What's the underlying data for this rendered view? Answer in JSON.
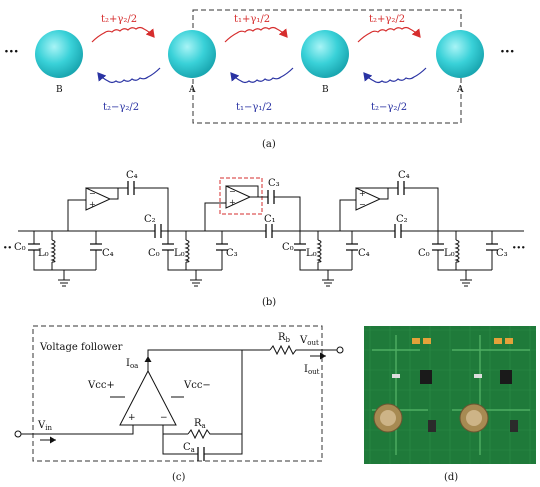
{
  "panel_a": {
    "ellipsis_left": "···",
    "ellipsis_right": "···",
    "site_labels": [
      "B",
      "A",
      "B",
      "A"
    ],
    "hopping_top": [
      "t₂+γ₂/2",
      "t₁+γ₁/2",
      "t₂+γ₂/2"
    ],
    "hopping_bottom": [
      "t₂−γ₂/2",
      "t₁−γ₁/2",
      "t₂−γ₂/2"
    ],
    "caption": "(a)",
    "colors": {
      "sphere": "#39d1d8",
      "forward": "#d62d2d",
      "backward": "#2a33a3"
    }
  },
  "panel_b": {
    "ellipsis_left": "··",
    "ellipsis_right": "···",
    "labels": {
      "c4a": "C₄",
      "c2": "C₂",
      "c3a": "C₃",
      "c1": "C₁",
      "c4b": "C₄",
      "c2b": "C₂",
      "c0a": "C₀",
      "l0a": "L₀",
      "c4c": "C₄",
      "c0b": "C₀",
      "l0b": "L₀",
      "c3b": "C₃",
      "c0c": "C₀",
      "l0c": "L₀",
      "c4d": "C₄",
      "c0d": "C₀",
      "l0d": "L₀",
      "c3c": "C₃"
    },
    "caption": "(b)"
  },
  "panel_c": {
    "title": "Voltage follower",
    "vcc_plus": "Vcc+",
    "vcc_minus": "Vcc−",
    "ioa": "I",
    "ioa_sub": "oa",
    "rb": "R",
    "rb_sub": "b",
    "vout": "V",
    "vout_sub": "out",
    "iout": "I",
    "iout_sub": "out",
    "vin": "V",
    "vin_sub": "in",
    "ra": "R",
    "ra_sub": "a",
    "ca": "C",
    "ca_sub": "a",
    "plus": "+",
    "minus": "−",
    "caption": "(c)"
  },
  "panel_d": {
    "caption": "(d)",
    "colors": {
      "board": "#1f7a3a",
      "trace": "#4fae62"
    }
  }
}
